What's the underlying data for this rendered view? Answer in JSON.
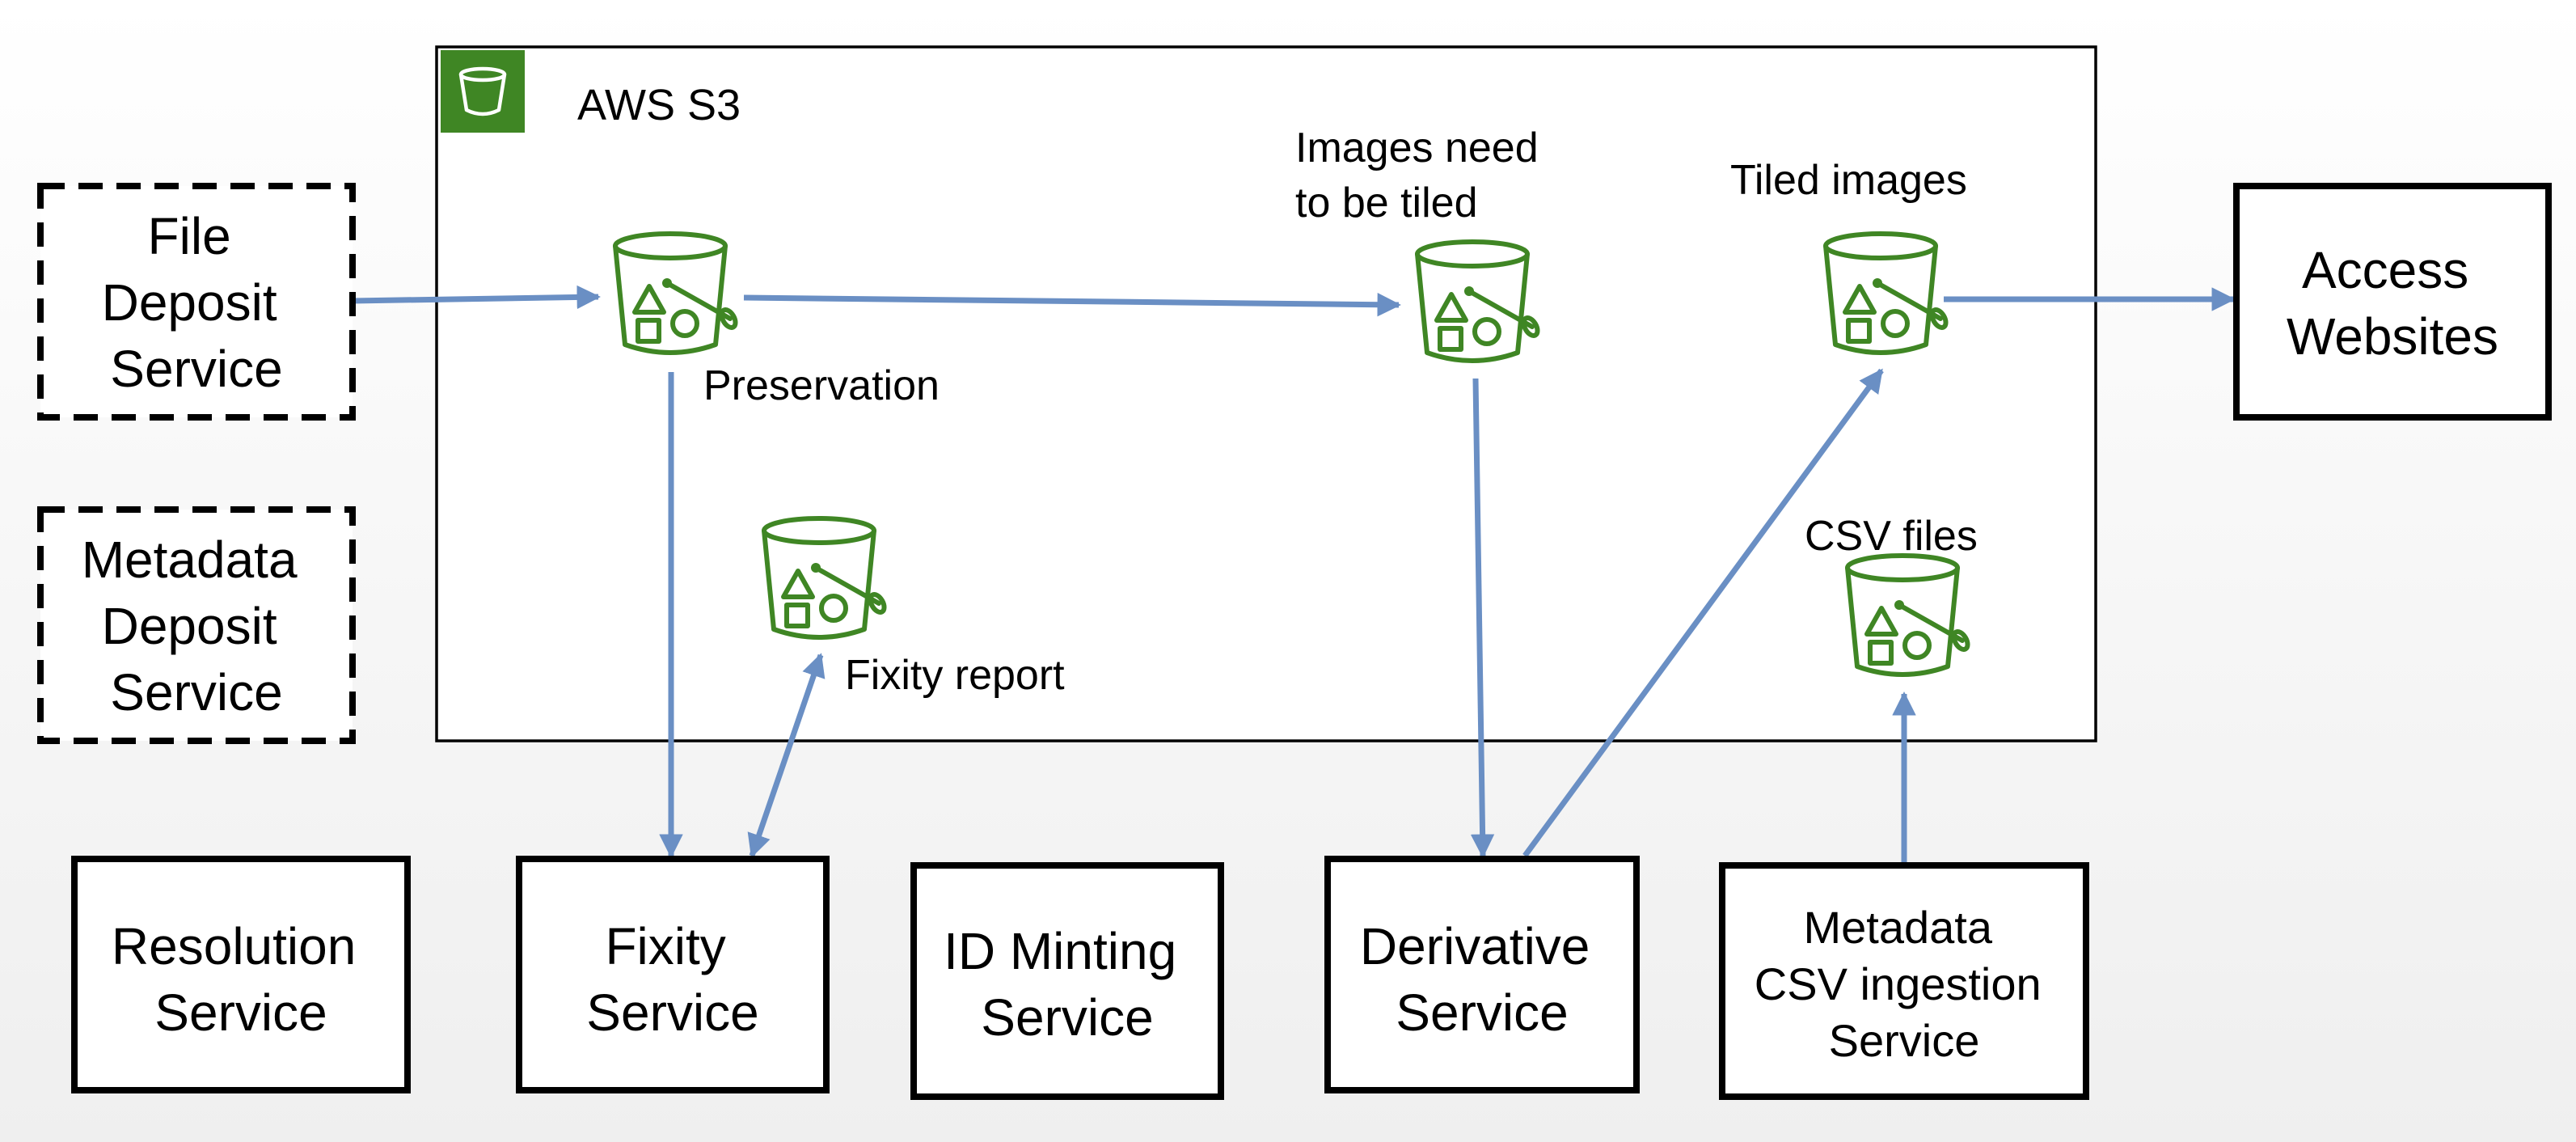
{
  "s3": {
    "title": "AWS S3",
    "icon": "s3-bucket-logo-icon",
    "brand_color": "#3f8624"
  },
  "colors": {
    "arrow": "#6a8fc4",
    "bucket": "#3f8624",
    "box_border": "#000000"
  },
  "buckets": {
    "preservation": {
      "label": "Preservation"
    },
    "to_tile": {
      "label_line1": "Images need",
      "label_line2": "to be tiled"
    },
    "tiled": {
      "label": "Tiled images"
    },
    "fixity_report": {
      "label": "Fixity report"
    },
    "csv": {
      "label": "CSV files"
    }
  },
  "services": {
    "file_deposit": {
      "line1": "File",
      "line2": "Deposit",
      "line3": "Service",
      "style": "dashed"
    },
    "metadata_deposit": {
      "line1": "Metadata",
      "line2": "Deposit",
      "line3": "Service",
      "style": "dashed"
    },
    "access": {
      "line1": "Access",
      "line2": "Websites"
    },
    "resolution": {
      "line1": "Resolution",
      "line2": "Service"
    },
    "fixity": {
      "line1": "Fixity",
      "line2": "Service"
    },
    "id_minting": {
      "line1": "ID Minting",
      "line2": "Service"
    },
    "derivative": {
      "line1": "Derivative",
      "line2": "Service"
    },
    "metadata_csv": {
      "line1": "Metadata",
      "line2": "CSV ingestion",
      "line3": "Service"
    }
  },
  "connections": [
    {
      "from": "File Deposit Service",
      "to": "Preservation",
      "direction": "one-way"
    },
    {
      "from": "Preservation",
      "to": "Images need to be tiled",
      "direction": "one-way"
    },
    {
      "from": "Tiled images",
      "to": "Access Websites",
      "direction": "one-way"
    },
    {
      "from": "Preservation",
      "to": "Fixity Service",
      "direction": "one-way"
    },
    {
      "from": "Fixity Service",
      "to": "Fixity report",
      "direction": "two-way"
    },
    {
      "from": "Images need to be tiled",
      "to": "Derivative Service",
      "direction": "one-way"
    },
    {
      "from": "Derivative Service",
      "to": "Tiled images",
      "direction": "one-way"
    },
    {
      "from": "Metadata CSV ingestion Service",
      "to": "CSV files",
      "direction": "one-way"
    }
  ]
}
